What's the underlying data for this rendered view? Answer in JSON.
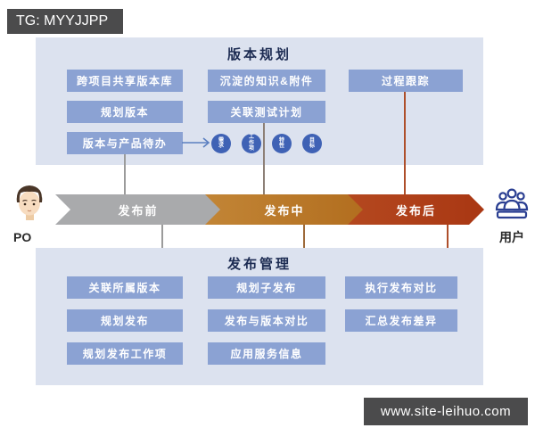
{
  "watermark_top": {
    "label": "TG: MYYJJPP"
  },
  "watermark_bottom": {
    "label": "www.site-leihuo.com"
  },
  "planning_panel": {
    "title": "版本规划",
    "col1": [
      "跨项目共享版本库",
      "规划版本",
      "版本与产品待办"
    ],
    "col2": [
      "沉淀的知识&附件",
      "关联测试计划"
    ],
    "col3": [
      "过程跟踪"
    ],
    "circles": [
      "需\n求",
      "工\n作\n项",
      "特\n性",
      "目\n标"
    ]
  },
  "timeline": {
    "stages": [
      {
        "label": "发布前",
        "color": "#a9aaac"
      },
      {
        "label": "发布中",
        "color": "#b9762a"
      },
      {
        "label": "发布后",
        "color": "#af3f1a"
      }
    ],
    "left_actor": {
      "label": "PO",
      "icon": "person-avatar-icon"
    },
    "right_actor": {
      "label": "用户",
      "icon": "users-group-icon"
    }
  },
  "release_panel": {
    "title": "发布管理",
    "col1": [
      "关联所属版本",
      "规划发布",
      "规划发布工作项"
    ],
    "col2": [
      "规划子发布",
      "发布与版本对比",
      "应用服务信息"
    ],
    "col3": [
      "执行发布对比",
      "汇总发布差异"
    ]
  },
  "colors": {
    "panel_bg": "#dce2ef",
    "chip_bg": "#8ba2d3",
    "circle_bg": "#3f62b5",
    "title_text": "#1c2b52",
    "banner_bg": "#4b4b4c",
    "users_icon_stroke": "#2b3f92"
  }
}
